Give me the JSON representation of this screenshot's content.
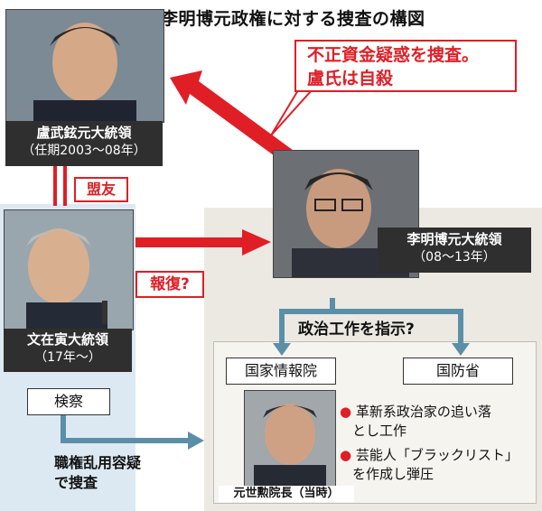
{
  "title": "李明博元政権に対する捜査の構図",
  "roh": {
    "name": "盧武鉉元大統領",
    "term": "（任期2003～08年）"
  },
  "note_red": {
    "line1": "不正資金疑惑を捜査。",
    "line2": "盧氏は自殺"
  },
  "ally_label": "盟友",
  "moon": {
    "name": "文在寅大統領",
    "term": "（17年～）"
  },
  "revenge_label": "報復?",
  "lee": {
    "name": "李明博元大統領",
    "term": "（08～13年）"
  },
  "instruct_label": "政治工作を指示?",
  "nis_label": "国家情報院",
  "defense_label": "国防省",
  "prosecution_label": "検察",
  "charge": {
    "line1": "職権乱用容疑",
    "line2": "で捜査"
  },
  "director_label": "元世勲院長（当時）",
  "bullets": [
    {
      "line1": "革新系政治家の追い落",
      "line2": "とし工作"
    },
    {
      "line1": "芸能人「ブラックリスト」",
      "line2": "を作成し弾圧"
    }
  ],
  "colors": {
    "red": "#e01e26",
    "arrow_blue": "#5b8fa8",
    "bg_blue": "#dce9f3",
    "bg_gray": "#ece9e2"
  }
}
